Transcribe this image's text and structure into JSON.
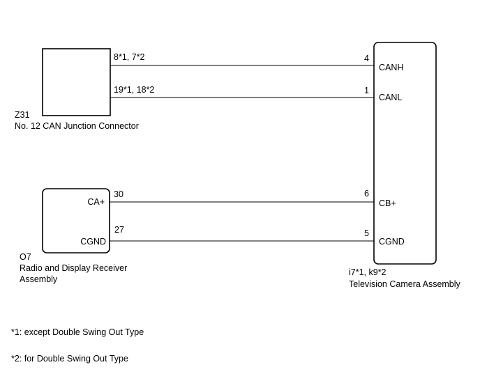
{
  "components": {
    "junction": {
      "code": "Z31",
      "name": "No. 12 CAN Junction Connector",
      "pins": {
        "canh": "8*1, 7*2",
        "canl": "19*1, 18*2"
      }
    },
    "radio": {
      "code": "O7",
      "name_line1": "Radio and Display Receiver",
      "name_line2": "Assembly",
      "pins": {
        "ca_plus": "30",
        "cgnd": "27"
      },
      "terminals": {
        "ca_plus": "CA+",
        "cgnd": "CGND"
      }
    },
    "camera": {
      "code": "i7*1, k9*2",
      "name": "Television Camera Assembly",
      "pins": {
        "canh": "4",
        "canl": "1",
        "cb_plus": "6",
        "cgnd": "5"
      },
      "terminals": {
        "canh": "CANH",
        "canl": "CANL",
        "cb_plus": "CB+",
        "cgnd": "CGND"
      }
    }
  },
  "notes": {
    "note1": "*1: except Double Swing Out Type",
    "note2": "*2: for Double Swing Out Type"
  }
}
